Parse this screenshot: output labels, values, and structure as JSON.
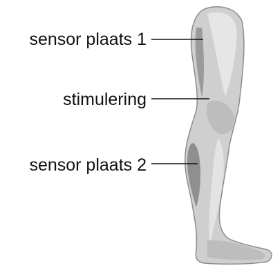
{
  "labels": {
    "sensor_1": "sensor plaats 1",
    "stimulation": "stimulering",
    "sensor_2": "sensor plaats 2"
  },
  "colors": {
    "leg_light": "#d9d9d9",
    "leg_mid": "#b5b5b5",
    "leg_dark": "#8c8c8c",
    "leader_line": "#111111",
    "text": "#111111"
  }
}
